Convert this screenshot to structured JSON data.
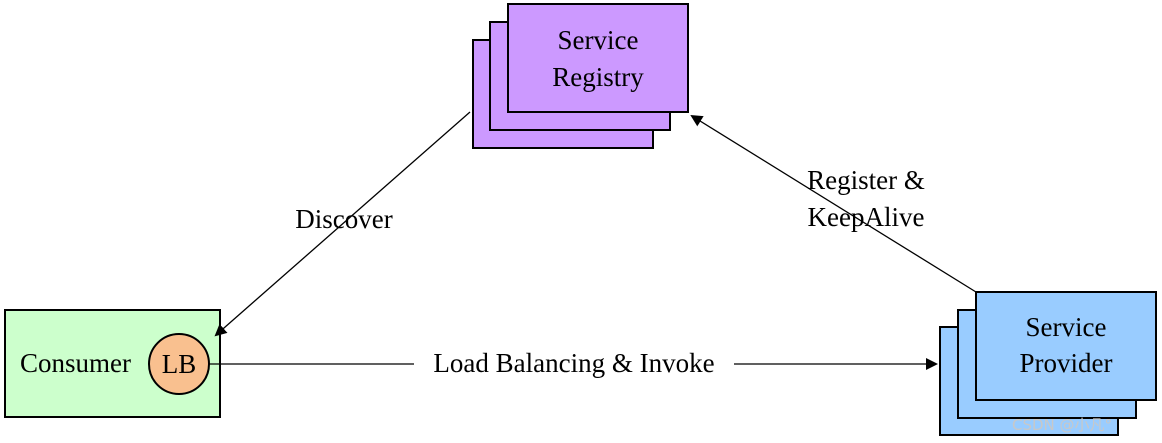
{
  "nodes": {
    "registry": {
      "line1": "Service",
      "line2": "Registry"
    },
    "consumer": {
      "label": "Consumer",
      "lb": "LB"
    },
    "provider": {
      "line1": "Service",
      "line2": "Provider"
    }
  },
  "edges": {
    "discover": "Discover",
    "register_line1": "Register &",
    "register_line2": "KeepAlive",
    "invoke": "Load Balancing & Invoke"
  },
  "watermark": "CSDN @小凡°",
  "colors": {
    "registry_fill": "#cc99ff",
    "consumer_fill": "#ccffcc",
    "lb_fill": "#f9c08f",
    "provider_fill": "#99ccff",
    "line": "#000000"
  }
}
